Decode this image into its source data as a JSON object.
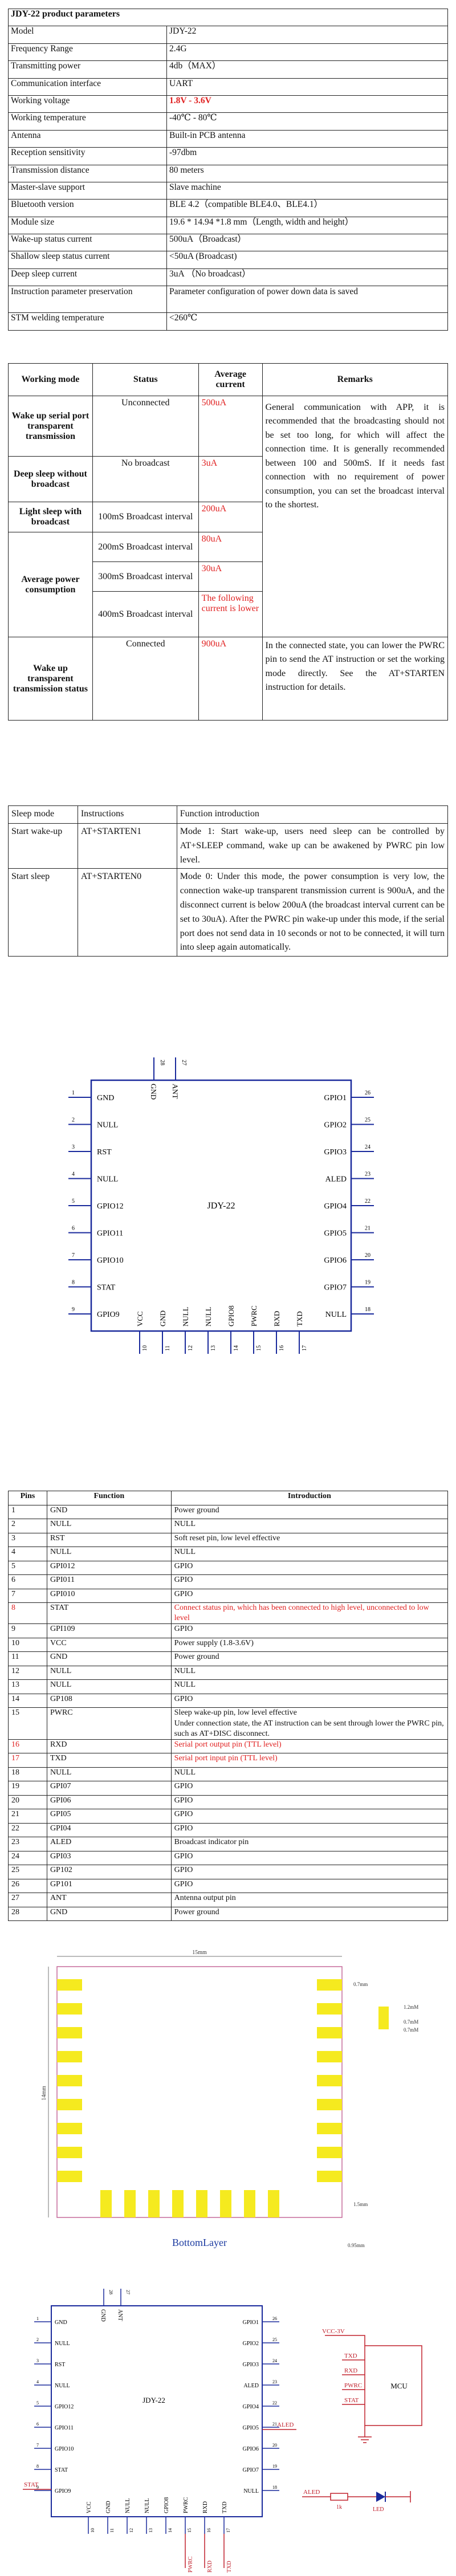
{
  "product_params": {
    "title": "JDY-22 product parameters",
    "rows": [
      {
        "name": "Model",
        "value": "JDY-22"
      },
      {
        "name": "Frequency Range",
        "value": "2.4G"
      },
      {
        "name": "Transmitting power",
        "value": "4db（MAX）"
      },
      {
        "name": "Communication interface",
        "value": "UART"
      },
      {
        "name": "Working voltage",
        "value": "1.8V - 3.6V",
        "highlight": true
      },
      {
        "name": "Working temperature",
        "value": "-40℃ - 80℃"
      },
      {
        "name": "Antenna",
        "value": "Built-in PCB antenna"
      },
      {
        "name": "Reception sensitivity",
        "value": "-97dbm"
      },
      {
        "name": "Transmission distance",
        "value": "80 meters"
      },
      {
        "name": "Master-slave support",
        "value": "Slave machine"
      },
      {
        "name": "Bluetooth version",
        "value": "BLE 4.2（compatible BLE4.0、BLE4.1）"
      },
      {
        "name": "Module size",
        "value": "19.6 * 14.94 *1.8 mm（Length, width and height）"
      },
      {
        "name": "Wake-up status current",
        "value": "500uA（Broadcast）"
      },
      {
        "name": "Shallow sleep status current",
        "value": "<50uA (Broadcast)"
      },
      {
        "name": "Deep sleep current",
        "value": "3uA （No broadcast）"
      },
      {
        "name": "Instruction parameter preservation",
        "value": "Parameter configuration of power down data is saved"
      },
      {
        "name": "STM welding temperature",
        "value": "<260℃"
      }
    ]
  },
  "power_table": {
    "headers": [
      "Working mode",
      "Status",
      "Average current",
      "Remarks"
    ],
    "rows": {
      "wake_broadcast": {
        "mode": "Wake up serial port transparent transmission",
        "status": "Unconnected",
        "current": "500uA"
      },
      "deep_sleep": {
        "mode": "Deep sleep without broadcast",
        "status": "No broadcast",
        "current": "3uA"
      },
      "light_sleep": {
        "mode": "Light sleep with broadcast",
        "status": "100mS Broadcast interval",
        "current": "200uA"
      },
      "avg": {
        "mode": "Average power consumption",
        "r1_status": "200mS Broadcast interval",
        "r1_current": "80uA",
        "r2_status": "300mS Broadcast interval",
        "r2_current": "30uA",
        "r3_status": "400mS Broadcast interval",
        "r3_current": "The following current is lower"
      },
      "wake_connected": {
        "mode": "Wake up transparent transmission status",
        "status": "Connected",
        "current": "900uA"
      }
    },
    "remark_1": "General communication with APP, it is recommended that the broadcasting should not be set too long, for which will affect the connection time. It is generally recommended between 100 and 500mS. If it needs fast connection with no requirement of power consumption, you can set the broadcast interval to the shortest.",
    "remark_2": "In the connected state, you can lower the PWRC pin to send the AT instruction or set the working mode directly. See the AT+STARTEN instruction for details."
  },
  "sleep_table": {
    "headers": [
      "Sleep mode",
      "Instructions",
      "Function introduction"
    ],
    "rows": [
      {
        "mode": "Start wake-up",
        "instruction": "AT+STARTEN1",
        "intro": "Mode 1: Start wake-up, users need sleep can be controlled by AT+SLEEP command, wake up can be awakened by PWRC pin low level."
      },
      {
        "mode": "Start sleep",
        "instruction": "AT+STARTEN0",
        "intro": "Mode 0: Under this mode, the power consumption is very low, the connection wake-up transparent transmission current is 900uA, and the disconnect current is below 200uA (the broadcast interval current can be set to 30uA). After the PWRC pin wake-up under this mode, if the serial port does not send data in 10 seconds or not to be connected, it will turn into sleep again automatically."
      }
    ]
  },
  "pinout": {
    "module_name": "JDY-22",
    "left": [
      [
        "1",
        "GND"
      ],
      [
        "2",
        "NULL"
      ],
      [
        "3",
        "RST"
      ],
      [
        "4",
        "NULL"
      ],
      [
        "5",
        "GPIO12"
      ],
      [
        "6",
        "GPIO11"
      ],
      [
        "7",
        "GPIO10"
      ],
      [
        "8",
        "STAT"
      ],
      [
        "9",
        "GPIO9"
      ]
    ],
    "bottom": [
      [
        "10",
        "VCC"
      ],
      [
        "11",
        "GND"
      ],
      [
        "12",
        "NULL"
      ],
      [
        "13",
        "NULL"
      ],
      [
        "14",
        "GPIO8"
      ],
      [
        "15",
        "PWRC"
      ],
      [
        "16",
        "RXD"
      ],
      [
        "17",
        "TXD"
      ]
    ],
    "right": [
      [
        "26",
        "GPIO1"
      ],
      [
        "25",
        "GPIO2"
      ],
      [
        "24",
        "GPIO3"
      ],
      [
        "23",
        "ALED"
      ],
      [
        "22",
        "GPIO4"
      ],
      [
        "21",
        "GPIO5"
      ],
      [
        "20",
        "GPIO6"
      ],
      [
        "19",
        "GPIO7"
      ],
      [
        "18",
        "NULL"
      ]
    ],
    "top": [
      [
        "28",
        "GND"
      ],
      [
        "27",
        "ANT"
      ]
    ]
  },
  "pins_table": {
    "headers": [
      "Pins",
      "Function",
      "Introduction"
    ],
    "rows": [
      [
        "1",
        "GND",
        "Power ground"
      ],
      [
        "2",
        "NULL",
        "NULL"
      ],
      [
        "3",
        "RST",
        "Soft reset pin, low level effective"
      ],
      [
        "4",
        "NULL",
        "NULL"
      ],
      [
        "5",
        "GPI012",
        "GPIO"
      ],
      [
        "6",
        "GPI011",
        "GPIO"
      ],
      [
        "7",
        "GPI010",
        "GPIO"
      ],
      [
        "8",
        "STAT",
        "Connect status pin, which has been connected to high level, unconnected to low level"
      ],
      [
        "9",
        "GPI109",
        "GPIO"
      ],
      [
        "10",
        "VCC",
        "Power supply (1.8-3.6V)"
      ],
      [
        "11",
        "GND",
        "Power ground"
      ],
      [
        "12",
        "NULL",
        "NULL"
      ],
      [
        "13",
        "NULL",
        "NULL"
      ],
      [
        "14",
        "GP108",
        "GPIO"
      ],
      [
        "15",
        "PWRC",
        "Sleep wake-up pin, low level effective\nUnder connection state, the AT instruction can be sent through lower the PWRC pin, such as AT+DISC disconnect."
      ],
      [
        "16",
        "RXD",
        "Serial port output pin (TTL level)"
      ],
      [
        "17",
        "TXD",
        "Serial port input pin (TTL level)"
      ],
      [
        "18",
        "NULL",
        "NULL"
      ],
      [
        "19",
        "GPI07",
        "GPIO"
      ],
      [
        "20",
        "GPI06",
        "GPIO"
      ],
      [
        "21",
        "GPI05",
        "GPIO"
      ],
      [
        "22",
        "GPI04",
        "GPIO"
      ],
      [
        "23",
        "ALED",
        "Broadcast indicator pin"
      ],
      [
        "24",
        "GPI03",
        "GPIO"
      ],
      [
        "25",
        "GP102",
        "GPIO"
      ],
      [
        "26",
        "GP101",
        "GPIO"
      ],
      [
        "27",
        "ANT",
        "Antenna output pin"
      ],
      [
        "28",
        "GND",
        "Power ground"
      ]
    ],
    "red_rows": [
      8,
      16,
      17
    ]
  },
  "footprint": {
    "label": "BottomLayer",
    "width_dim": "15mm",
    "dim_top_right": "0.7mm",
    "dim_pad_w": "1.2mM",
    "dim_pad_h1": "0.7mM",
    "dim_pad_h2": "0.7mM",
    "dim_left": "14mm",
    "dim_right": "1.5mm",
    "dim_bottom": "0.95mm"
  },
  "wiring": {
    "module_name": "JDY-22",
    "mcu_label": "MCU",
    "vcc_label": "VCC-3V",
    "mcu_pins": [
      "TXD",
      "RXD",
      "PWRC",
      "STAT"
    ],
    "stat_label": "STAT",
    "aled_label": "ALED",
    "aled_net": "ALED",
    "resistor_label": "1k",
    "led_label": "LED",
    "bottom_nets": [
      "PWRC",
      "RXD",
      "TXD"
    ]
  },
  "colors": {
    "accent_red": "#e02020",
    "pad_yellow": "#f5ea1f",
    "outline_blue": "#1a2a9c",
    "wire_red": "#c0202c",
    "footprint_outline": "#c66a9a",
    "bottom_label_blue": "#1b3aa0"
  }
}
